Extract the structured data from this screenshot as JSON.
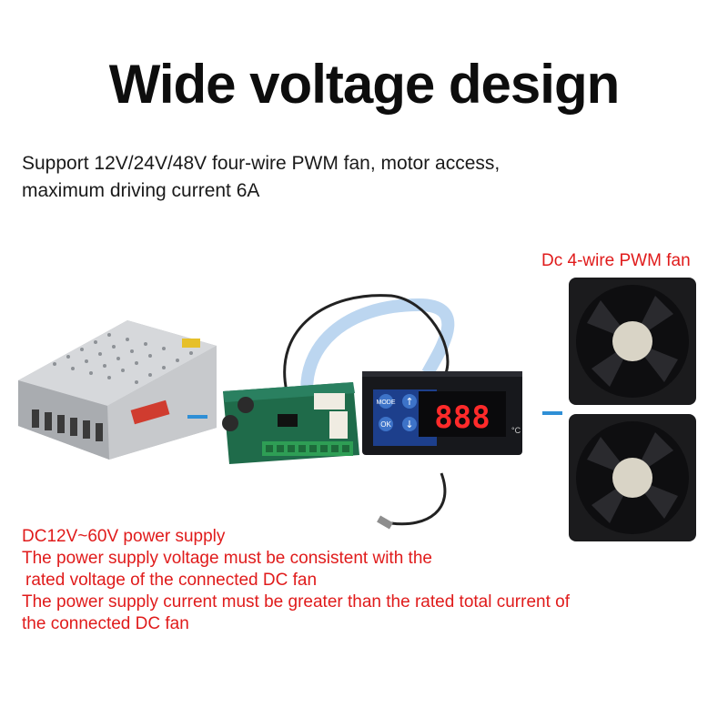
{
  "heading": "Wide voltage design",
  "subtitle": {
    "line1": "Support 12V/24V/48V four-wire PWM fan, motor access,",
    "line2": "maximum driving current 6A"
  },
  "fan_label": "Dc 4-wire PWM fan",
  "controller": {
    "display_value": "888",
    "unit": "°C",
    "buttons": [
      "MODE",
      "↑",
      "OK",
      "↓"
    ]
  },
  "notes": [
    "DC12V~60V power supply",
    "The power supply voltage must be consistent with the",
    " rated voltage of the connected DC fan",
    "The power supply current must be greater than the rated total current of",
    "the connected DC fan"
  ],
  "colors": {
    "accent_red": "#e01b1b",
    "connector_blue": "#2f8fd6",
    "pcb_green": "#1f6b4a",
    "terminal_green": "#2e9e55",
    "display_red": "#ff2a2a"
  }
}
